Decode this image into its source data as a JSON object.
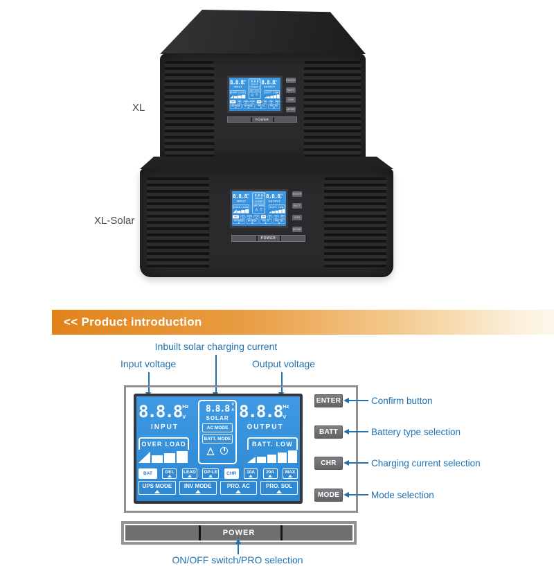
{
  "products": {
    "xl": "XL",
    "xl_solar": "XL-Solar"
  },
  "banner": {
    "title": "<< Product introduction"
  },
  "callouts": {
    "solar_current": "Inbuilt solar charging current",
    "input_voltage": "Input voltage",
    "output_voltage": "Output voltage",
    "power_switch": "ON/OFF switch/PRO selection"
  },
  "side_buttons": [
    {
      "label": "ENTER",
      "description": "Confirm button"
    },
    {
      "label": "BATT",
      "description": "Battery type selection"
    },
    {
      "label": "CHR",
      "description": "Charging current selection"
    },
    {
      "label": "MODE",
      "description": "Mode selection"
    }
  ],
  "power_button": {
    "label": "POWER"
  },
  "lcd": {
    "input": {
      "value": "8.8.8",
      "unit1": "Hz",
      "unit2": "V",
      "label": "INPUT"
    },
    "solar": {
      "value": "8.8.8",
      "unit1": "V",
      "unit2": "A",
      "label": "SOLAR",
      "mode1": "AC MODE",
      "mode2": "BATT. MODE"
    },
    "output": {
      "value": "8.8.8",
      "unit1": "Hz",
      "unit2": "V",
      "label": "OUTPUT"
    },
    "overload": "OVER LOAD",
    "battlow": "BATT. LOW",
    "chips_row1": [
      {
        "label": "BAT",
        "active": true
      },
      {
        "label": "GEL",
        "active": false
      },
      {
        "label": "LEAD",
        "active": false
      },
      {
        "label": "OP-LE",
        "active": false
      },
      {
        "label": "CHR",
        "active": true
      },
      {
        "label": "10A",
        "active": false
      },
      {
        "label": "20A",
        "active": false
      },
      {
        "label": "MAX",
        "active": false
      }
    ],
    "chips_row2": [
      {
        "label": "UPS MODE"
      },
      {
        "label": "INV MODE"
      },
      {
        "label": "PRO. AC"
      },
      {
        "label": "PRO. SOL"
      }
    ]
  },
  "colors": {
    "lcd_blue": "#3190dd",
    "annotation_blue": "#2171af",
    "banner_orange": "#e2831a",
    "button_gray": "#6e7072"
  }
}
